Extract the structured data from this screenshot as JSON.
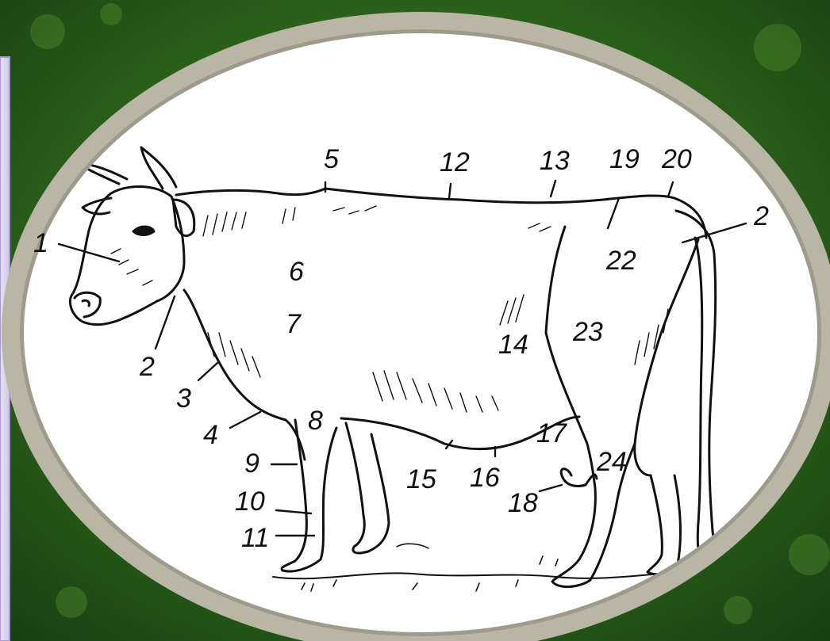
{
  "diagram": {
    "palette": {
      "background_green_dark": "#173e12",
      "background_green_mid": "#3b7a24",
      "frame_ring": "#b9b6a6",
      "left_panel": "#d9d4ee",
      "left_panel_edge": "#a89ccf",
      "oval_fill": "#ffffff",
      "ink": "#111111"
    },
    "labels": [
      {
        "id": "1",
        "text": "1"
      },
      {
        "id": "2",
        "text": "2"
      },
      {
        "id": "3",
        "text": "3"
      },
      {
        "id": "4",
        "text": "4"
      },
      {
        "id": "5",
        "text": "5"
      },
      {
        "id": "6",
        "text": "6"
      },
      {
        "id": "7",
        "text": "7"
      },
      {
        "id": "8",
        "text": "8"
      },
      {
        "id": "9",
        "text": "9"
      },
      {
        "id": "10",
        "text": "10"
      },
      {
        "id": "11",
        "text": "11"
      },
      {
        "id": "12",
        "text": "12"
      },
      {
        "id": "13",
        "text": "13"
      },
      {
        "id": "14",
        "text": "14"
      },
      {
        "id": "15",
        "text": "15"
      },
      {
        "id": "16",
        "text": "16"
      },
      {
        "id": "17",
        "text": "17"
      },
      {
        "id": "18",
        "text": "18"
      },
      {
        "id": "19",
        "text": "19"
      },
      {
        "id": "20",
        "text": "20"
      },
      {
        "id": "21",
        "text": "2"
      },
      {
        "id": "22",
        "text": "22"
      },
      {
        "id": "23",
        "text": "23"
      },
      {
        "id": "24",
        "text": "24"
      }
    ]
  }
}
